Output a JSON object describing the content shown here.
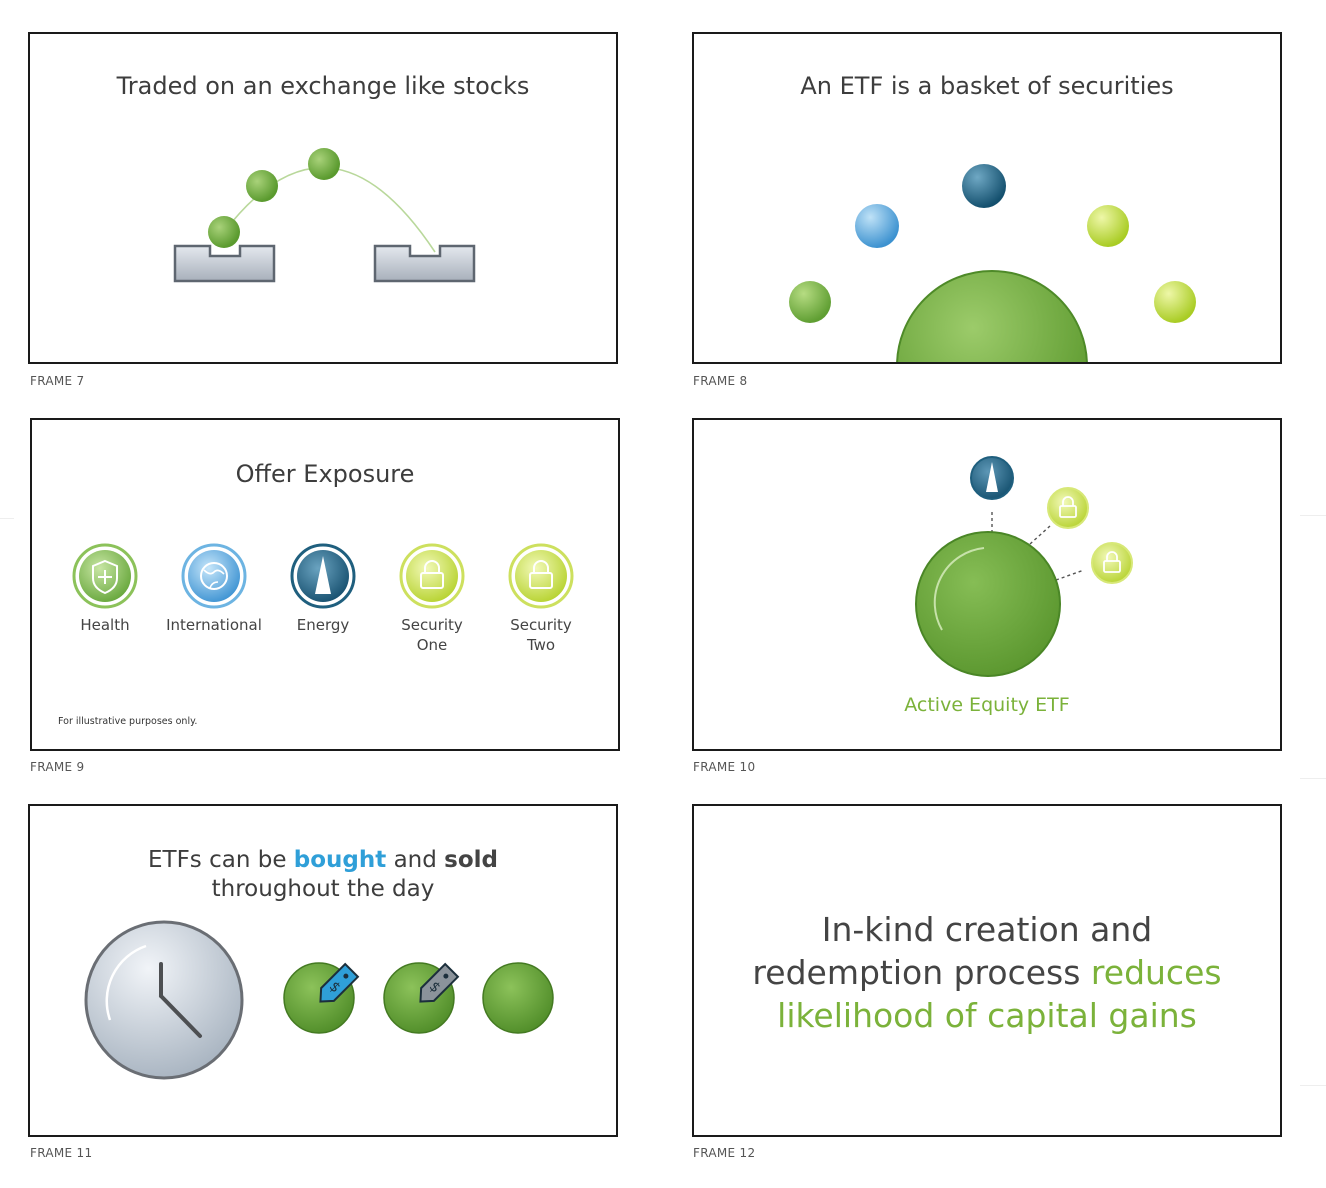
{
  "frames": [
    {
      "caption": "FRAME 7",
      "title": "Traded on an exchange like stocks"
    },
    {
      "caption": "FRAME 8",
      "title": "An ETF is a basket of securities"
    },
    {
      "caption": "FRAME 9",
      "title": "Offer Exposure",
      "items": [
        {
          "label": "Health",
          "icon": "health-shield-icon",
          "color": "#7ab648"
        },
        {
          "label": "International",
          "icon": "globe-icon",
          "color": "#4aa3d8"
        },
        {
          "label": "Energy",
          "icon": "oil-rig-icon",
          "color": "#1f5f7e"
        },
        {
          "label": "Security\nOne",
          "icon": "lock-icon",
          "color": "#c4dc4a"
        },
        {
          "label": "Security\nTwo",
          "icon": "lock-icon",
          "color": "#c4dc4a"
        }
      ],
      "footnote": "For illustrative purposes only."
    },
    {
      "caption": "FRAME 10",
      "label": "Active Equity ETF"
    },
    {
      "caption": "FRAME 11",
      "title_pre": "ETFs can be ",
      "title_em1": "bought",
      "title_mid": " and ",
      "title_em2": "sold",
      "title_line2": "throughout the day"
    },
    {
      "caption": "FRAME 12",
      "line1": "In-kind creation and",
      "line2_plain": "redemption process ",
      "line2_green": "reduces",
      "line3_green": "likelihood of capital gains"
    }
  ],
  "colors": {
    "green": "#7bb23a",
    "blue": "#2f9fd8",
    "dark_teal": "#1f5f7e",
    "lime": "#c4dc4a"
  }
}
